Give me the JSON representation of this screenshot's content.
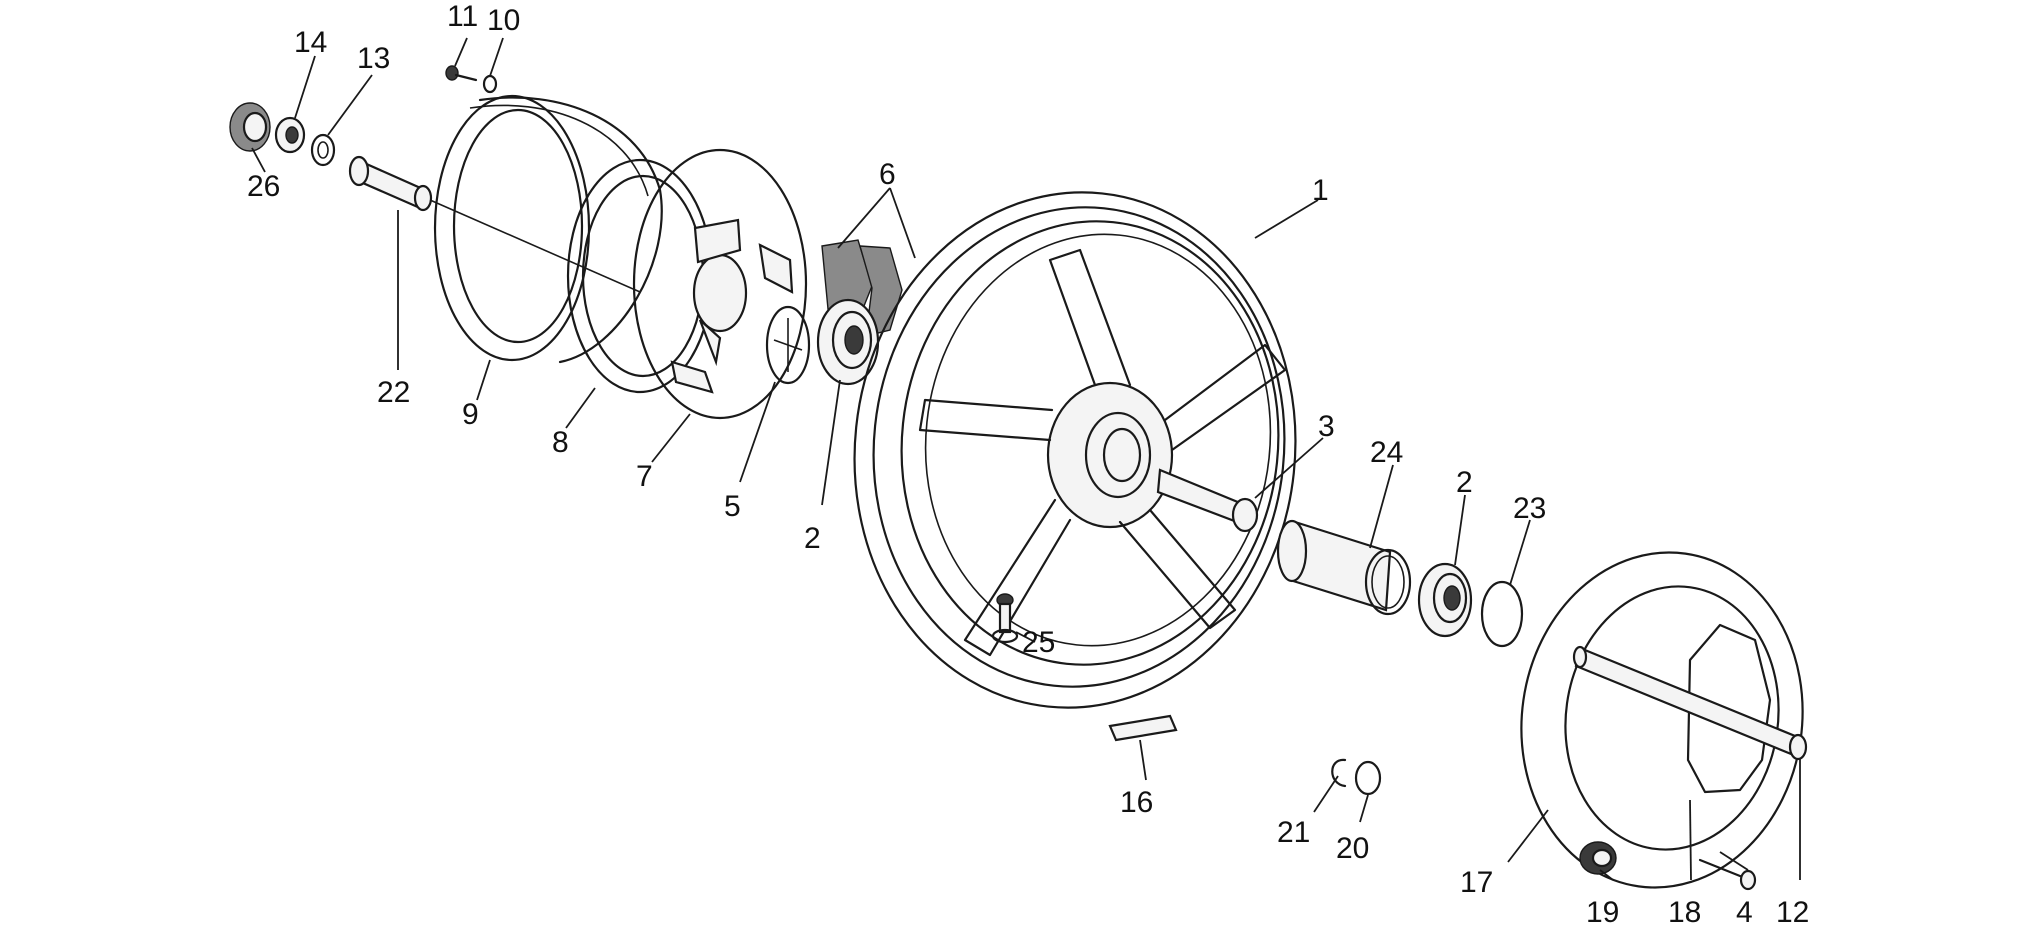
{
  "callouts": [
    {
      "id": "p1",
      "label": "1"
    },
    {
      "id": "p2a",
      "label": "2"
    },
    {
      "id": "p2b",
      "label": "2"
    },
    {
      "id": "p3",
      "label": "3"
    },
    {
      "id": "p4",
      "label": "4"
    },
    {
      "id": "p5",
      "label": "5"
    },
    {
      "id": "p6",
      "label": "6"
    },
    {
      "id": "p7",
      "label": "7"
    },
    {
      "id": "p8",
      "label": "8"
    },
    {
      "id": "p9",
      "label": "9"
    },
    {
      "id": "p10",
      "label": "10"
    },
    {
      "id": "p11",
      "label": "11"
    },
    {
      "id": "p12",
      "label": "12"
    },
    {
      "id": "p13",
      "label": "13"
    },
    {
      "id": "p14",
      "label": "14"
    },
    {
      "id": "p16",
      "label": "16"
    },
    {
      "id": "p17",
      "label": "17"
    },
    {
      "id": "p18",
      "label": "18"
    },
    {
      "id": "p19",
      "label": "19"
    },
    {
      "id": "p20",
      "label": "20"
    },
    {
      "id": "p21",
      "label": "21"
    },
    {
      "id": "p22",
      "label": "22"
    },
    {
      "id": "p23",
      "label": "23"
    },
    {
      "id": "p24",
      "label": "24"
    },
    {
      "id": "p25",
      "label": "25"
    },
    {
      "id": "p26",
      "label": "26"
    }
  ]
}
